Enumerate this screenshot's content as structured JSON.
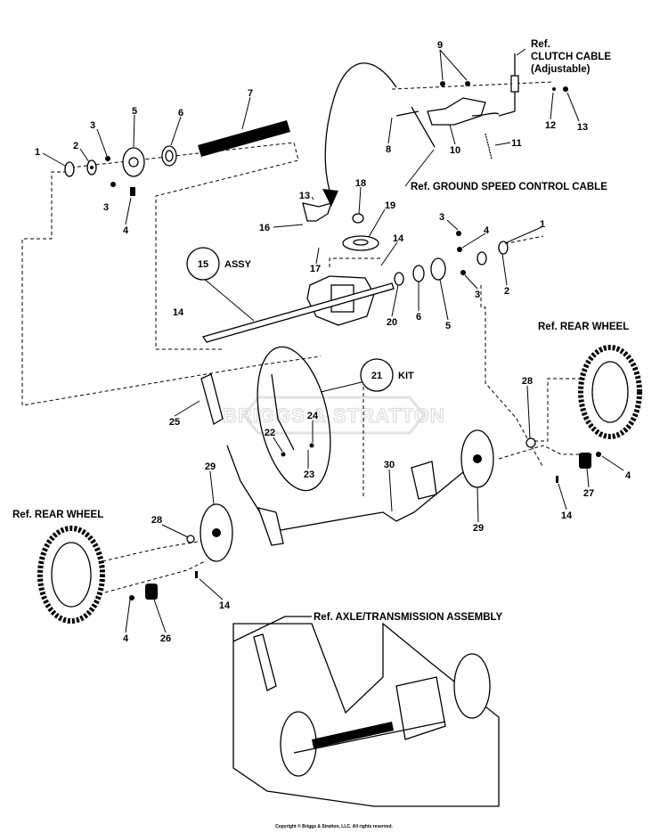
{
  "watermark": "BRIGGS & STRATTON",
  "callouts": [
    "1",
    "2",
    "3",
    "5",
    "6",
    "7",
    "3",
    "4",
    "9",
    "8",
    "10",
    "11",
    "12",
    "13",
    "13",
    "16",
    "18",
    "19",
    "17",
    "14",
    "3",
    "4",
    "1",
    "3",
    "2",
    "20",
    "6",
    "5",
    "14",
    "25",
    "24",
    "22",
    "23",
    "28",
    "29",
    "30",
    "4",
    "27",
    "29",
    "14",
    "28",
    "14",
    "4",
    "26"
  ],
  "assy": {
    "number": "15",
    "label": "ASSY"
  },
  "kit": {
    "number": "21",
    "label": "KIT"
  },
  "refs": {
    "clutch_cable_1": "Ref.",
    "clutch_cable_2": "CLUTCH CABLE",
    "clutch_cable_3": "(Adjustable)",
    "ground_speed": "Ref. GROUND SPEED CONTROL CABLE",
    "rear_wheel_right": "Ref. REAR WHEEL",
    "rear_wheel_left": "Ref. REAR WHEEL",
    "axle_assembly": "Ref. AXLE/TRANSMISSION ASSEMBLY"
  },
  "copyright": "Copyright © Briggs & Stratton, LLC. All rights reserved."
}
